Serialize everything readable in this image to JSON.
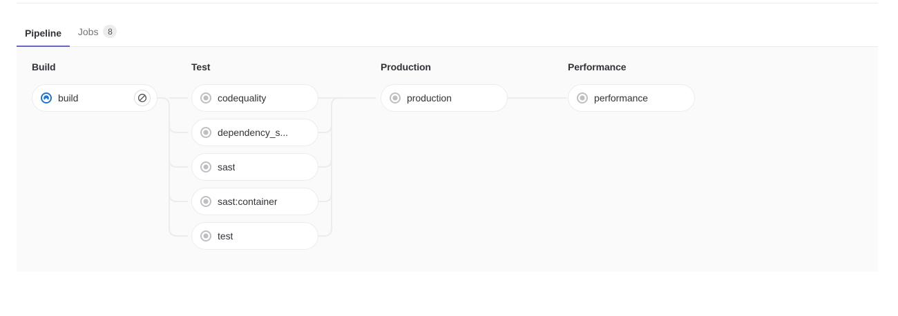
{
  "tabs": [
    {
      "label": "Pipeline",
      "active": true,
      "badge": null
    },
    {
      "label": "Jobs",
      "active": false,
      "badge": "8"
    }
  ],
  "graph": {
    "stages": [
      {
        "name": "Build",
        "jobs": [
          {
            "name": "build",
            "status": "running",
            "status_icon": "status-running-icon",
            "action": "cancel",
            "action_icon": "cancel-icon"
          }
        ]
      },
      {
        "name": "Test",
        "jobs": [
          {
            "name": "codequality",
            "status": "created",
            "status_icon": "status-created-icon",
            "action": null,
            "action_icon": null
          },
          {
            "name": "dependency_s...",
            "status": "created",
            "status_icon": "status-created-icon",
            "action": null,
            "action_icon": null
          },
          {
            "name": "sast",
            "status": "created",
            "status_icon": "status-created-icon",
            "action": null,
            "action_icon": null
          },
          {
            "name": "sast:container",
            "status": "created",
            "status_icon": "status-created-icon",
            "action": null,
            "action_icon": null
          },
          {
            "name": "test",
            "status": "created",
            "status_icon": "status-created-icon",
            "action": null,
            "action_icon": null
          }
        ]
      },
      {
        "name": "Production",
        "jobs": [
          {
            "name": "production",
            "status": "created",
            "status_icon": "status-created-icon",
            "action": null,
            "action_icon": null
          }
        ]
      },
      {
        "name": "Performance",
        "jobs": [
          {
            "name": "performance",
            "status": "created",
            "status_icon": "status-created-icon",
            "action": null,
            "action_icon": null
          }
        ]
      }
    ]
  },
  "colors": {
    "running": "#1f75cb",
    "created": "#989899",
    "active_tab_underline": "#6666c4",
    "panel_background": "#fafafa",
    "connector": "#ececef",
    "border": "#ececef",
    "text": "#333238",
    "muted_text": "#737278"
  }
}
